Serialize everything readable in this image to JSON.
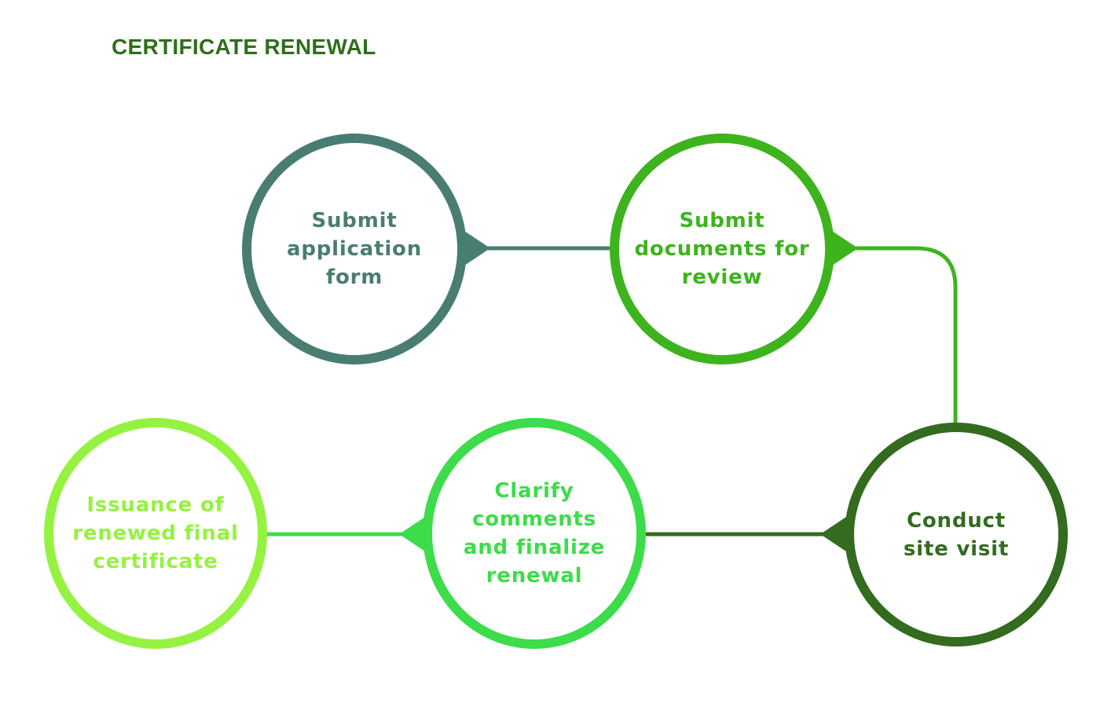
{
  "title": "CERTIFICATE RENEWAL",
  "steps": [
    {
      "label": "Submit\napplication\nform",
      "color": "#4a7d72"
    },
    {
      "label": "Submit\ndocuments for\nreview",
      "color": "#3db41d"
    },
    {
      "label": "Conduct\nsite visit",
      "color": "#336b1f"
    },
    {
      "label": "Clarify\ncomments\nand finalize\nrenewal",
      "color": "#3ddc4a"
    },
    {
      "label": "Issuance of\nrenewed final\ncertificate",
      "color": "#96f240"
    }
  ]
}
